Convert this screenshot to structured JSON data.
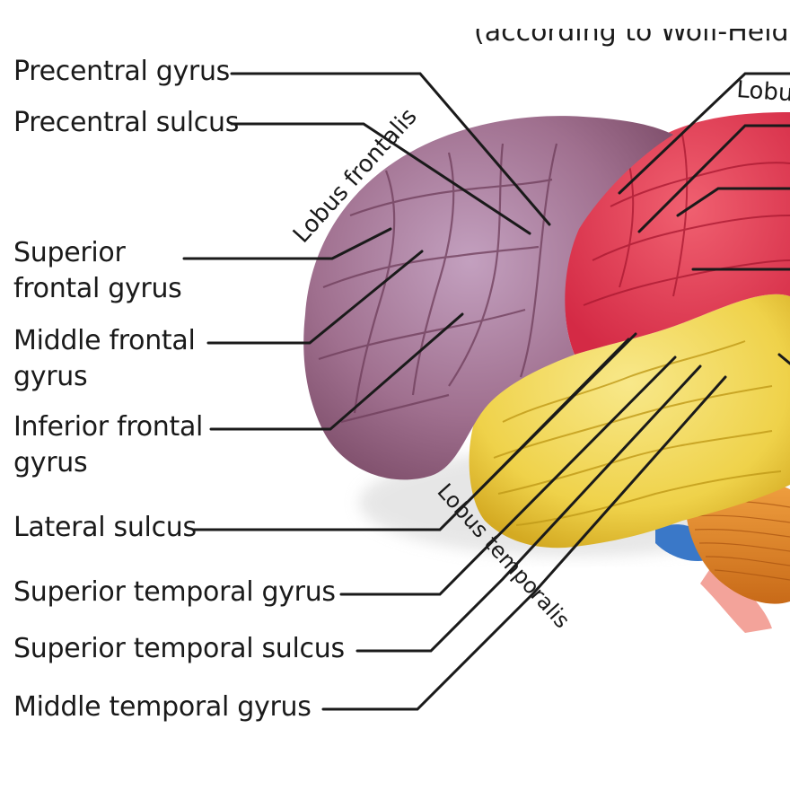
{
  "header": {
    "title_fragment": "(according to Wolf-Heid"
  },
  "labels": {
    "precentral_gyrus": "Precentral gyrus",
    "precentral_sulcus": "Precentral sulcus",
    "superior_frontal_gyrus_1": "Superior",
    "superior_frontal_gyrus_2": "frontal gyrus",
    "middle_frontal_gyrus_1": "Middle frontal",
    "middle_frontal_gyrus_2": "gyrus",
    "inferior_frontal_gyrus_1": "Inferior frontal",
    "inferior_frontal_gyrus_2": "gyrus",
    "lateral_sulcus": "Lateral sulcus",
    "superior_temporal_gyrus": "Superior temporal gyrus",
    "superior_temporal_sulcus": "Superior temporal sulcus",
    "middle_temporal_gyrus": "Middle temporal gyrus"
  },
  "lobes": {
    "frontal": "Lobus frontalis",
    "temporal": "Lobus temporalis",
    "parietal_fragment": "Lobu"
  },
  "colors": {
    "frontal_lobe": "#a9799f",
    "parietal_lobe": "#e43a52",
    "temporal_lobe": "#f1d54a",
    "cerebellum": "#e8902a",
    "brainstem": "#f3a39a",
    "pons": "#3a78c8",
    "leader_lines": "#1a1a1a"
  }
}
